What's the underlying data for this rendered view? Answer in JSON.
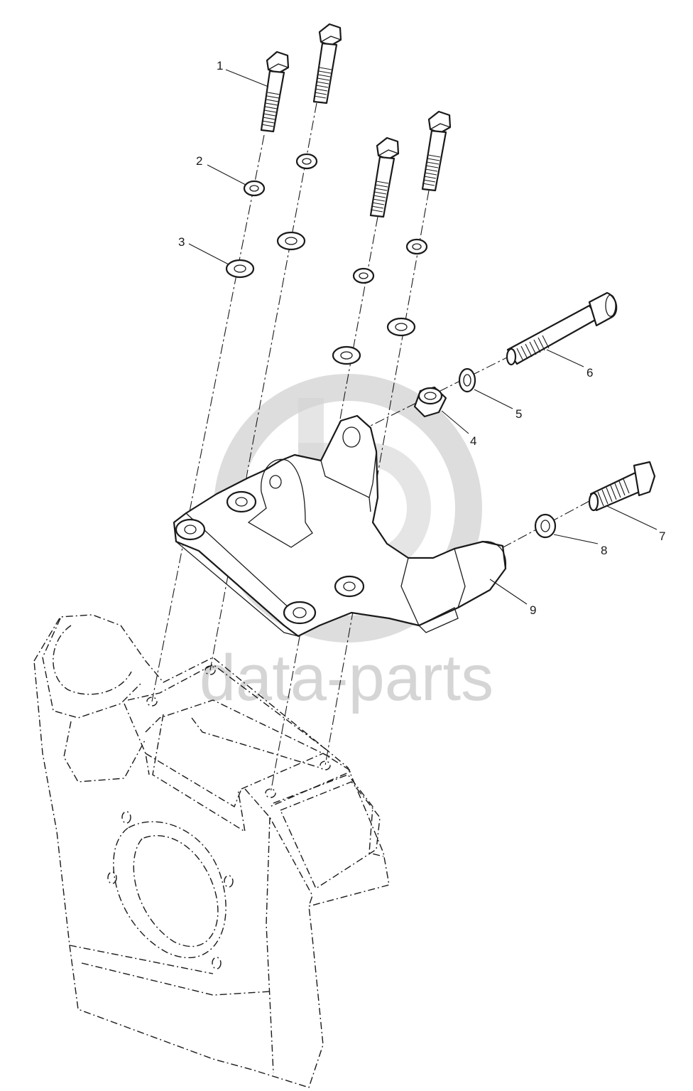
{
  "watermark": {
    "text": "data-parts",
    "color": "#c8c8c8"
  },
  "callouts": [
    "1",
    "2",
    "3",
    "4",
    "5",
    "6",
    "7",
    "8",
    "9"
  ],
  "colors": {
    "line": "#1a1a1a",
    "background": "#ffffff"
  }
}
